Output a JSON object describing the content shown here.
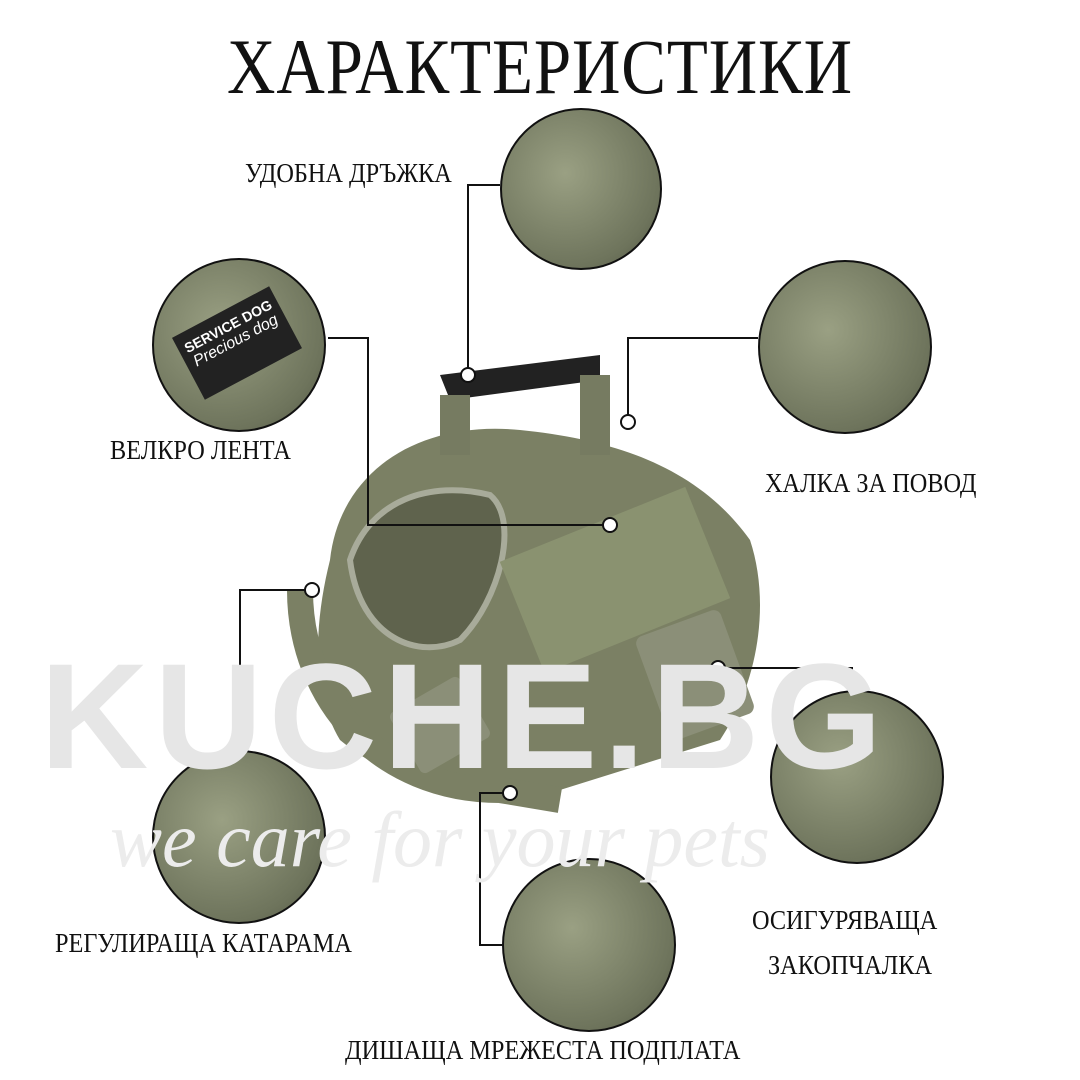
{
  "title": "ХАРАКТЕРИСТИКИ",
  "watermark": {
    "brand": "KUCHE.BG",
    "slogan": "we care for your pets"
  },
  "features": [
    {
      "label": "УДОБНА ДРЪЖКА",
      "icon": "handle-photo"
    },
    {
      "label": "ВЕЛКРО ЛЕНТА",
      "icon": "velcro-patch-photo",
      "patch_text": [
        "SERVICE DOG",
        "Precious dog"
      ]
    },
    {
      "label": "ХАЛКА ЗА ПОВОД",
      "icon": "leash-ring-photo"
    },
    {
      "label": "РЕГУЛИРАЩА КАТАРАМА",
      "icon": "adjustable-buckle-photo"
    },
    {
      "label": "ОСИГУРЯВАЩА",
      "label2": "ЗАКОПЧАЛКА",
      "icon": "safety-clasp-photo"
    },
    {
      "label": "ДИШАЩА МРЕЖЕСТА ПОДПЛАТА",
      "icon": "mesh-padding-photo"
    }
  ],
  "colors": {
    "harness": "#7b8064",
    "line": "#111111",
    "background": "#ffffff"
  }
}
